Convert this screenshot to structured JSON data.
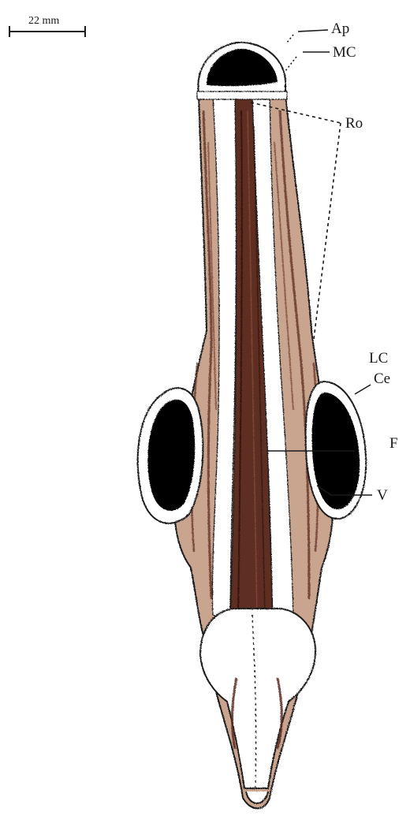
{
  "scale_bar": {
    "label": "22 mm"
  },
  "labels": {
    "ap": "Ap",
    "mc": "MC",
    "ro": "Ro",
    "lc": "LC",
    "ce": "Ce",
    "f": "F",
    "v": "V"
  },
  "colors": {
    "bone_fill": "#c9a48f",
    "streak_dark": "#5a2a1e",
    "outline": "#1a1a1a",
    "white_area": "#ffffff",
    "black_area": "#000000"
  }
}
